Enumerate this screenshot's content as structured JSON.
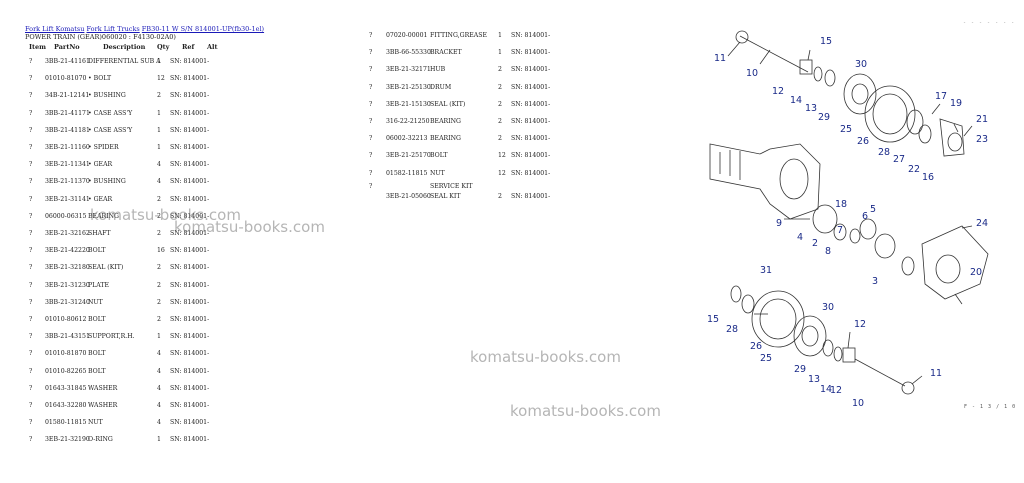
{
  "breadcrumb": [
    "Fork Lift Komatsu",
    "Fork Lift Trucks",
    "FB30-11 W S/N 814001-UP(fb30-1el)"
  ],
  "subtitle": "POWER TRAIN (GEAR)060020 : F4130-02A0)",
  "headers": {
    "item": "Item",
    "partno": "PartNo",
    "desc": "Description",
    "qty": "Qty",
    "ref": "Ref",
    "alt": "Alt"
  },
  "parts_left": [
    {
      "item": "?",
      "part": "3BB-21-41161",
      "desc": "DIFFERENTIAL SUB A",
      "qty": "1",
      "ref": "SN: 814001-"
    },
    {
      "item": "?",
      "part": "01010-81070",
      "desc": "• BOLT",
      "qty": "12",
      "ref": "SN: 814001-"
    },
    {
      "item": "?",
      "part": "34B-21-12141",
      "desc": "• BUSHING",
      "qty": "2",
      "ref": "SN: 814001-"
    },
    {
      "item": "?",
      "part": "3BB-21-41171",
      "desc": "• CASE ASS'Y",
      "qty": "1",
      "ref": "SN: 814001-"
    },
    {
      "item": "?",
      "part": "3BB-21-41181",
      "desc": "• CASE ASS'Y",
      "qty": "1",
      "ref": "SN: 814001-"
    },
    {
      "item": "?",
      "part": "3EB-21-11160",
      "desc": "• SPIDER",
      "qty": "1",
      "ref": "SN: 814001-"
    },
    {
      "item": "?",
      "part": "3EB-21-11341",
      "desc": "• GEAR",
      "qty": "4",
      "ref": "SN: 814001-"
    },
    {
      "item": "?",
      "part": "3EB-21-11370",
      "desc": "• BUSHING",
      "qty": "4",
      "ref": "SN: 814001-"
    },
    {
      "item": "?",
      "part": "3EB-21-31141",
      "desc": "• GEAR",
      "qty": "2",
      "ref": "SN: 814001-"
    },
    {
      "item": "?",
      "part": "06000-06315",
      "desc": "BEARING",
      "qty": "2",
      "ref": "SN: 814001-"
    },
    {
      "item": "?",
      "part": "3EB-21-32162",
      "desc": "SHAFT",
      "qty": "2",
      "ref": "SN: 814001-"
    },
    {
      "item": "?",
      "part": "3EB-21-42220",
      "desc": "BOLT",
      "qty": "16",
      "ref": "SN: 814001-"
    },
    {
      "item": "?",
      "part": "3EB-21-32180",
      "desc": "SEAL (KIT)",
      "qty": "2",
      "ref": "SN: 814001-"
    },
    {
      "item": "?",
      "part": "3EB-21-31230",
      "desc": "PLATE",
      "qty": "2",
      "ref": "SN: 814001-"
    },
    {
      "item": "?",
      "part": "3BB-21-31240",
      "desc": "NUT",
      "qty": "2",
      "ref": "SN: 814001-"
    },
    {
      "item": "?",
      "part": "01010-80612",
      "desc": "BOLT",
      "qty": "2",
      "ref": "SN: 814001-"
    },
    {
      "item": "?",
      "part": "3BB-21-43151",
      "desc": "SUPPORT,R.H.",
      "qty": "1",
      "ref": "SN: 814001-"
    },
    {
      "item": "?",
      "part": "01010-81870",
      "desc": "BOLT",
      "qty": "4",
      "ref": "SN: 814001-"
    },
    {
      "item": "?",
      "part": "01010-82265",
      "desc": "BOLT",
      "qty": "4",
      "ref": "SN: 814001-"
    },
    {
      "item": "?",
      "part": "01643-31845",
      "desc": "WASHER",
      "qty": "4",
      "ref": "SN: 814001-"
    },
    {
      "item": "?",
      "part": "01643-32280",
      "desc": "WASHER",
      "qty": "4",
      "ref": "SN: 814001-"
    },
    {
      "item": "?",
      "part": "01580-11815",
      "desc": "NUT",
      "qty": "4",
      "ref": "SN: 814001-"
    },
    {
      "item": "?",
      "part": "3EB-21-32190",
      "desc": "O-RING",
      "qty": "1",
      "ref": "SN: 814001-"
    }
  ],
  "parts_right": [
    {
      "item": "?",
      "part": "07020-00001",
      "desc": "FITTING,GREASE",
      "qty": "1",
      "ref": "SN: 814001-"
    },
    {
      "item": "?",
      "part": "3BB-66-55330",
      "desc": "BRACKET",
      "qty": "1",
      "ref": "SN: 814001-"
    },
    {
      "item": "?",
      "part": "3EB-21-32171",
      "desc": "HUB",
      "qty": "2",
      "ref": "SN: 814001-"
    },
    {
      "item": "?",
      "part": "3EB-21-25130",
      "desc": "DRUM",
      "qty": "2",
      "ref": "SN: 814001-"
    },
    {
      "item": "?",
      "part": "3EB-21-15130",
      "desc": "SEAL (KIT)",
      "qty": "2",
      "ref": "SN: 814001-"
    },
    {
      "item": "?",
      "part": "316-22-21250",
      "desc": "BEARING",
      "qty": "2",
      "ref": "SN: 814001-"
    },
    {
      "item": "?",
      "part": "06002-32213",
      "desc": "BEARING",
      "qty": "2",
      "ref": "SN: 814001-"
    },
    {
      "item": "?",
      "part": "3EB-21-25170",
      "desc": "BOLT",
      "qty": "12",
      "ref": "SN: 814001-"
    },
    {
      "item": "?",
      "part": "01582-11815",
      "desc": "NUT",
      "qty": "12",
      "ref": "SN: 814001-"
    }
  ],
  "kit_row": {
    "item": "?",
    "label": "SERVICE KIT",
    "part": "3EB-21-05060",
    "desc": "SEAL KIT",
    "qty": "2",
    "ref": "SN: 814001-"
  },
  "watermarks": [
    "komatsu-books.com",
    "komatsu-books.com",
    "komatsu-books.com",
    "komatsu-books.com"
  ],
  "fig_code": "F - 1 3 / 1 0",
  "top_mark": "- - - - - - -",
  "callouts": [
    "11",
    "10",
    "15",
    "12",
    "14",
    "13",
    "29",
    "30",
    "25",
    "26",
    "17",
    "19",
    "21",
    "23",
    "28",
    "27",
    "22",
    "16",
    "18",
    "9",
    "4",
    "2",
    "8",
    "7",
    "6",
    "5",
    "3",
    "24",
    "20",
    "31"
  ],
  "colors": {
    "link": "#1a1ab8",
    "callout": "#1a2a88",
    "watermark": "#808080"
  }
}
